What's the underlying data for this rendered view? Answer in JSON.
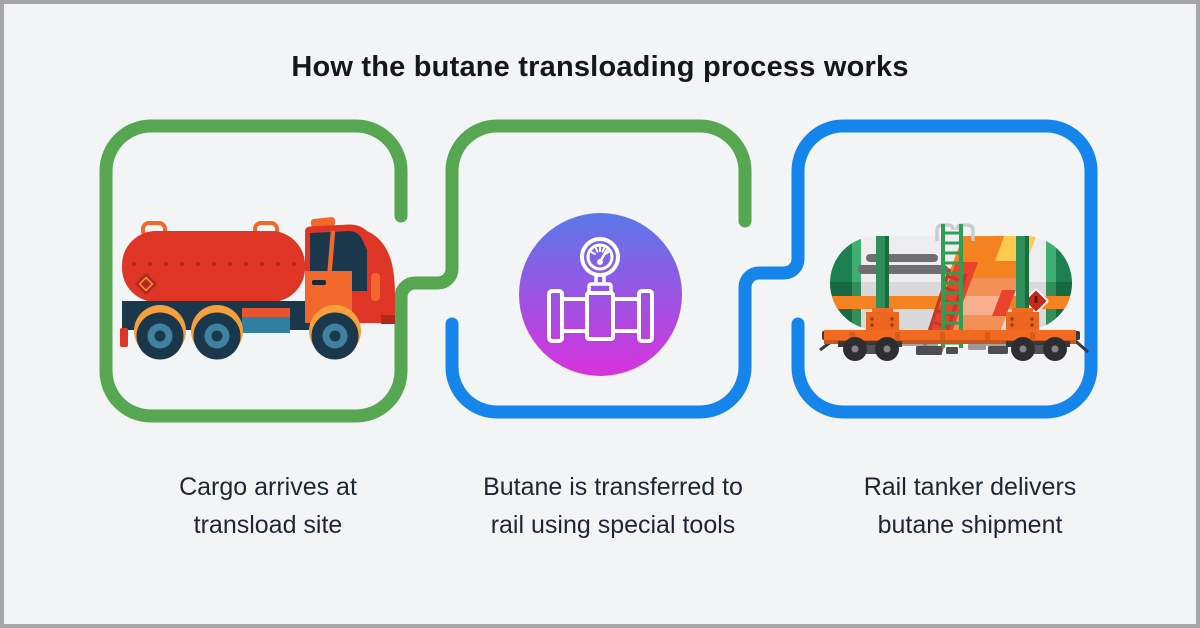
{
  "title": "How the butane transloading process works",
  "steps": [
    {
      "caption_line1": "Cargo arrives at",
      "caption_line2": "transload site",
      "illustration": "tanker-truck"
    },
    {
      "caption_line1": "Butane is transferred to",
      "caption_line2": "rail using special tools",
      "illustration": "pipe-valve-with-pressure-gauge"
    },
    {
      "caption_line1": "Rail tanker delivers",
      "caption_line2": "butane shipment",
      "illustration": "rail-tank-car"
    }
  ],
  "colors": {
    "background": "#F3F4F6",
    "frame_border": "#A6A6A9",
    "chain_green": "#57A651",
    "chain_blue": "#1585EB",
    "icon_gradient_top": "#5B78E9",
    "icon_gradient_bottom": "#D832DC",
    "title_text": "#14181C",
    "caption_text": "#1B2733"
  }
}
